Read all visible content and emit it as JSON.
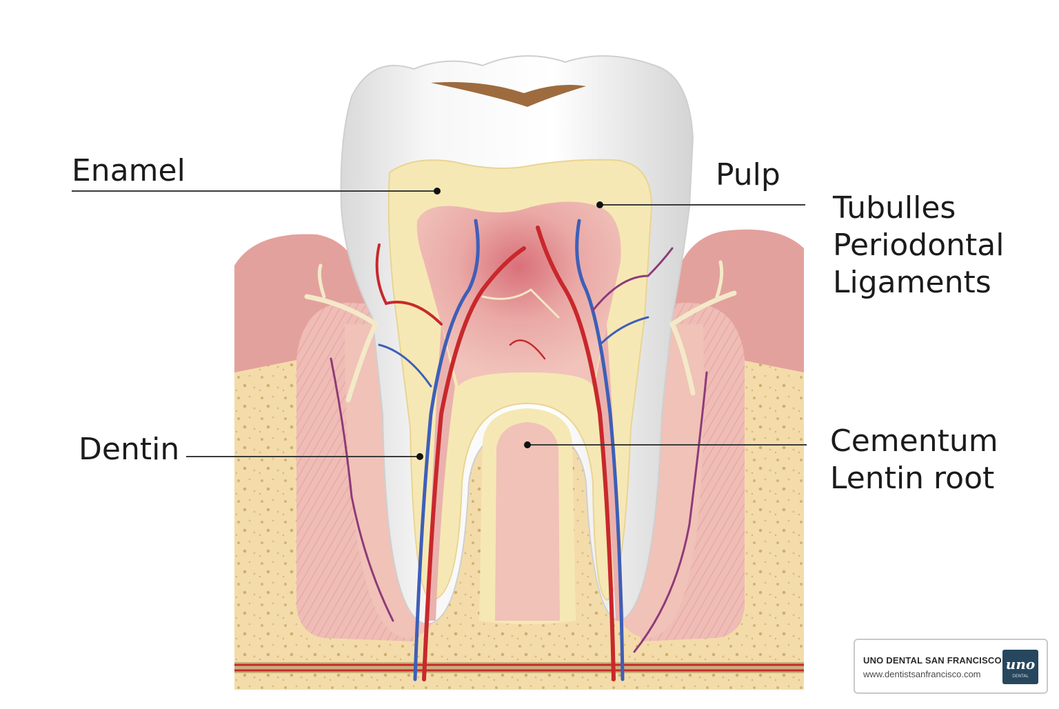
{
  "labels": {
    "enamel": "Enamel",
    "pulp": "Pulp",
    "tubulles": "Tubulles",
    "periodontal": "Periodontal",
    "ligaments": "Ligaments",
    "dentin": "Dentin",
    "cementum": "Cementum",
    "lentin_root": "Lentin root"
  },
  "brand": {
    "name": "UNO DENTAL SAN FRANCISCO",
    "url": "www.dentistsanfrancisco.com",
    "logo_text": "uno",
    "logo_subtext": "DENTAL"
  },
  "colors": {
    "enamel": "#eeeeee",
    "dentin": "#f6e8b4",
    "pulp": "#eab2ae",
    "gum": "#e9a7a4",
    "bone": "#f3dcaa",
    "artery": "#c8282c",
    "vein": "#3e5fb8",
    "nerve": "#f3e9c8",
    "brand_logo_bg": "#27475e"
  }
}
